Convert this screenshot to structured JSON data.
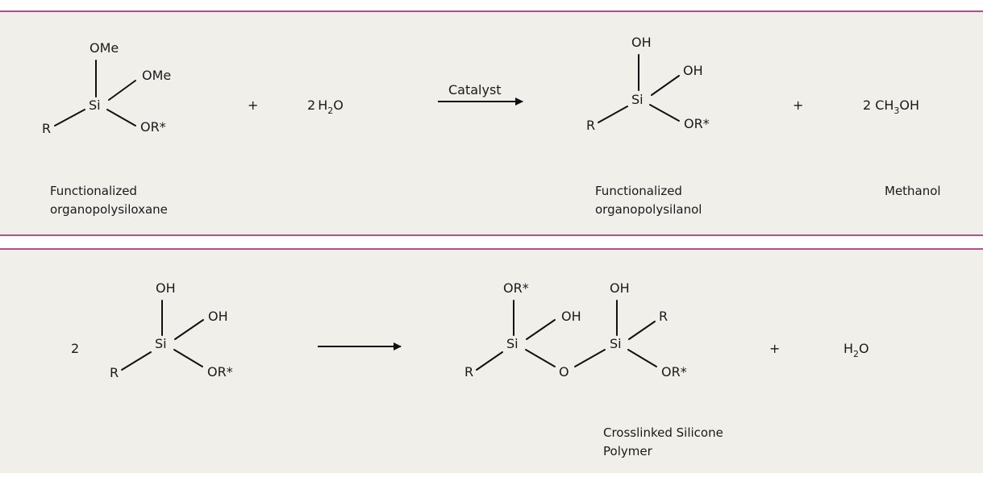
{
  "colors": {
    "panel_bg": "#f1efea",
    "rule": "#a1156b",
    "ink": "#111111"
  },
  "reaction1": {
    "reactant": {
      "top": "OMe",
      "upper_right": "OMe",
      "center": "Si",
      "left": "R",
      "lower_right": "OR*"
    },
    "plus_1": "+",
    "water_coef": "2",
    "water_h": "H",
    "water_sub": "2",
    "water_o": "O",
    "arrow_label": "Catalyst",
    "product": {
      "top": "OH",
      "upper_right": "OH",
      "center": "Si",
      "left": "R",
      "lower_right": "OR*"
    },
    "plus_2": "+",
    "methanol_coef": "2",
    "methanol_ch": "CH",
    "methanol_sub": "3",
    "methanol_oh": "OH",
    "caption_reactant_line1": "Functionalized",
    "caption_reactant_line2": "organopolysiloxane",
    "caption_product_line1": "Functionalized",
    "caption_product_line2": "organopolysilanol",
    "caption_methanol": "Methanol"
  },
  "reaction2": {
    "coef": "2",
    "reactant": {
      "top": "OH",
      "upper_right": "OH",
      "center": "Si",
      "left": "R",
      "lower_right": "OR*"
    },
    "polymer": {
      "left_top": "OR*",
      "left_upper_right": "OH",
      "left_center": "Si",
      "left_left": "R",
      "bridge": "O",
      "right_top": "OH",
      "right_upper_right": "R",
      "right_center": "Si",
      "right_lower_right": "OR*"
    },
    "plus": "+",
    "water_h": "H",
    "water_sub": "2",
    "water_o": "O",
    "caption_line1": "Crosslinked Silicone",
    "caption_line2": "Polymer"
  }
}
